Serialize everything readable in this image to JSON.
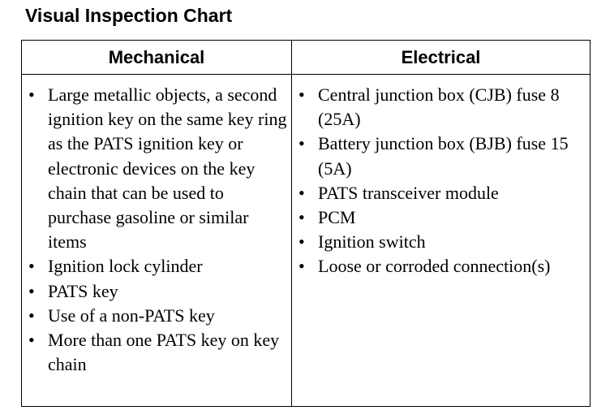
{
  "title": "Visual Inspection Chart",
  "table": {
    "headers": [
      "Mechanical",
      "Electrical"
    ],
    "mechanical": [
      "Large metallic objects, a second ignition key on the same key ring as the PATS ignition key or electronic devices on the key chain that can be used to purchase gasoline or similar items",
      "Ignition lock cylinder",
      "PATS key",
      "Use of a non-PATS key",
      "More than one PATS key on key chain"
    ],
    "electrical": [
      "Central junction box (CJB) fuse 8 (25A)",
      "Battery junction box (BJB) fuse 15 (5A)",
      "PATS transceiver module",
      "PCM",
      "Ignition switch",
      "Loose or corroded connection(s)"
    ]
  },
  "bullet_glyph": "•"
}
